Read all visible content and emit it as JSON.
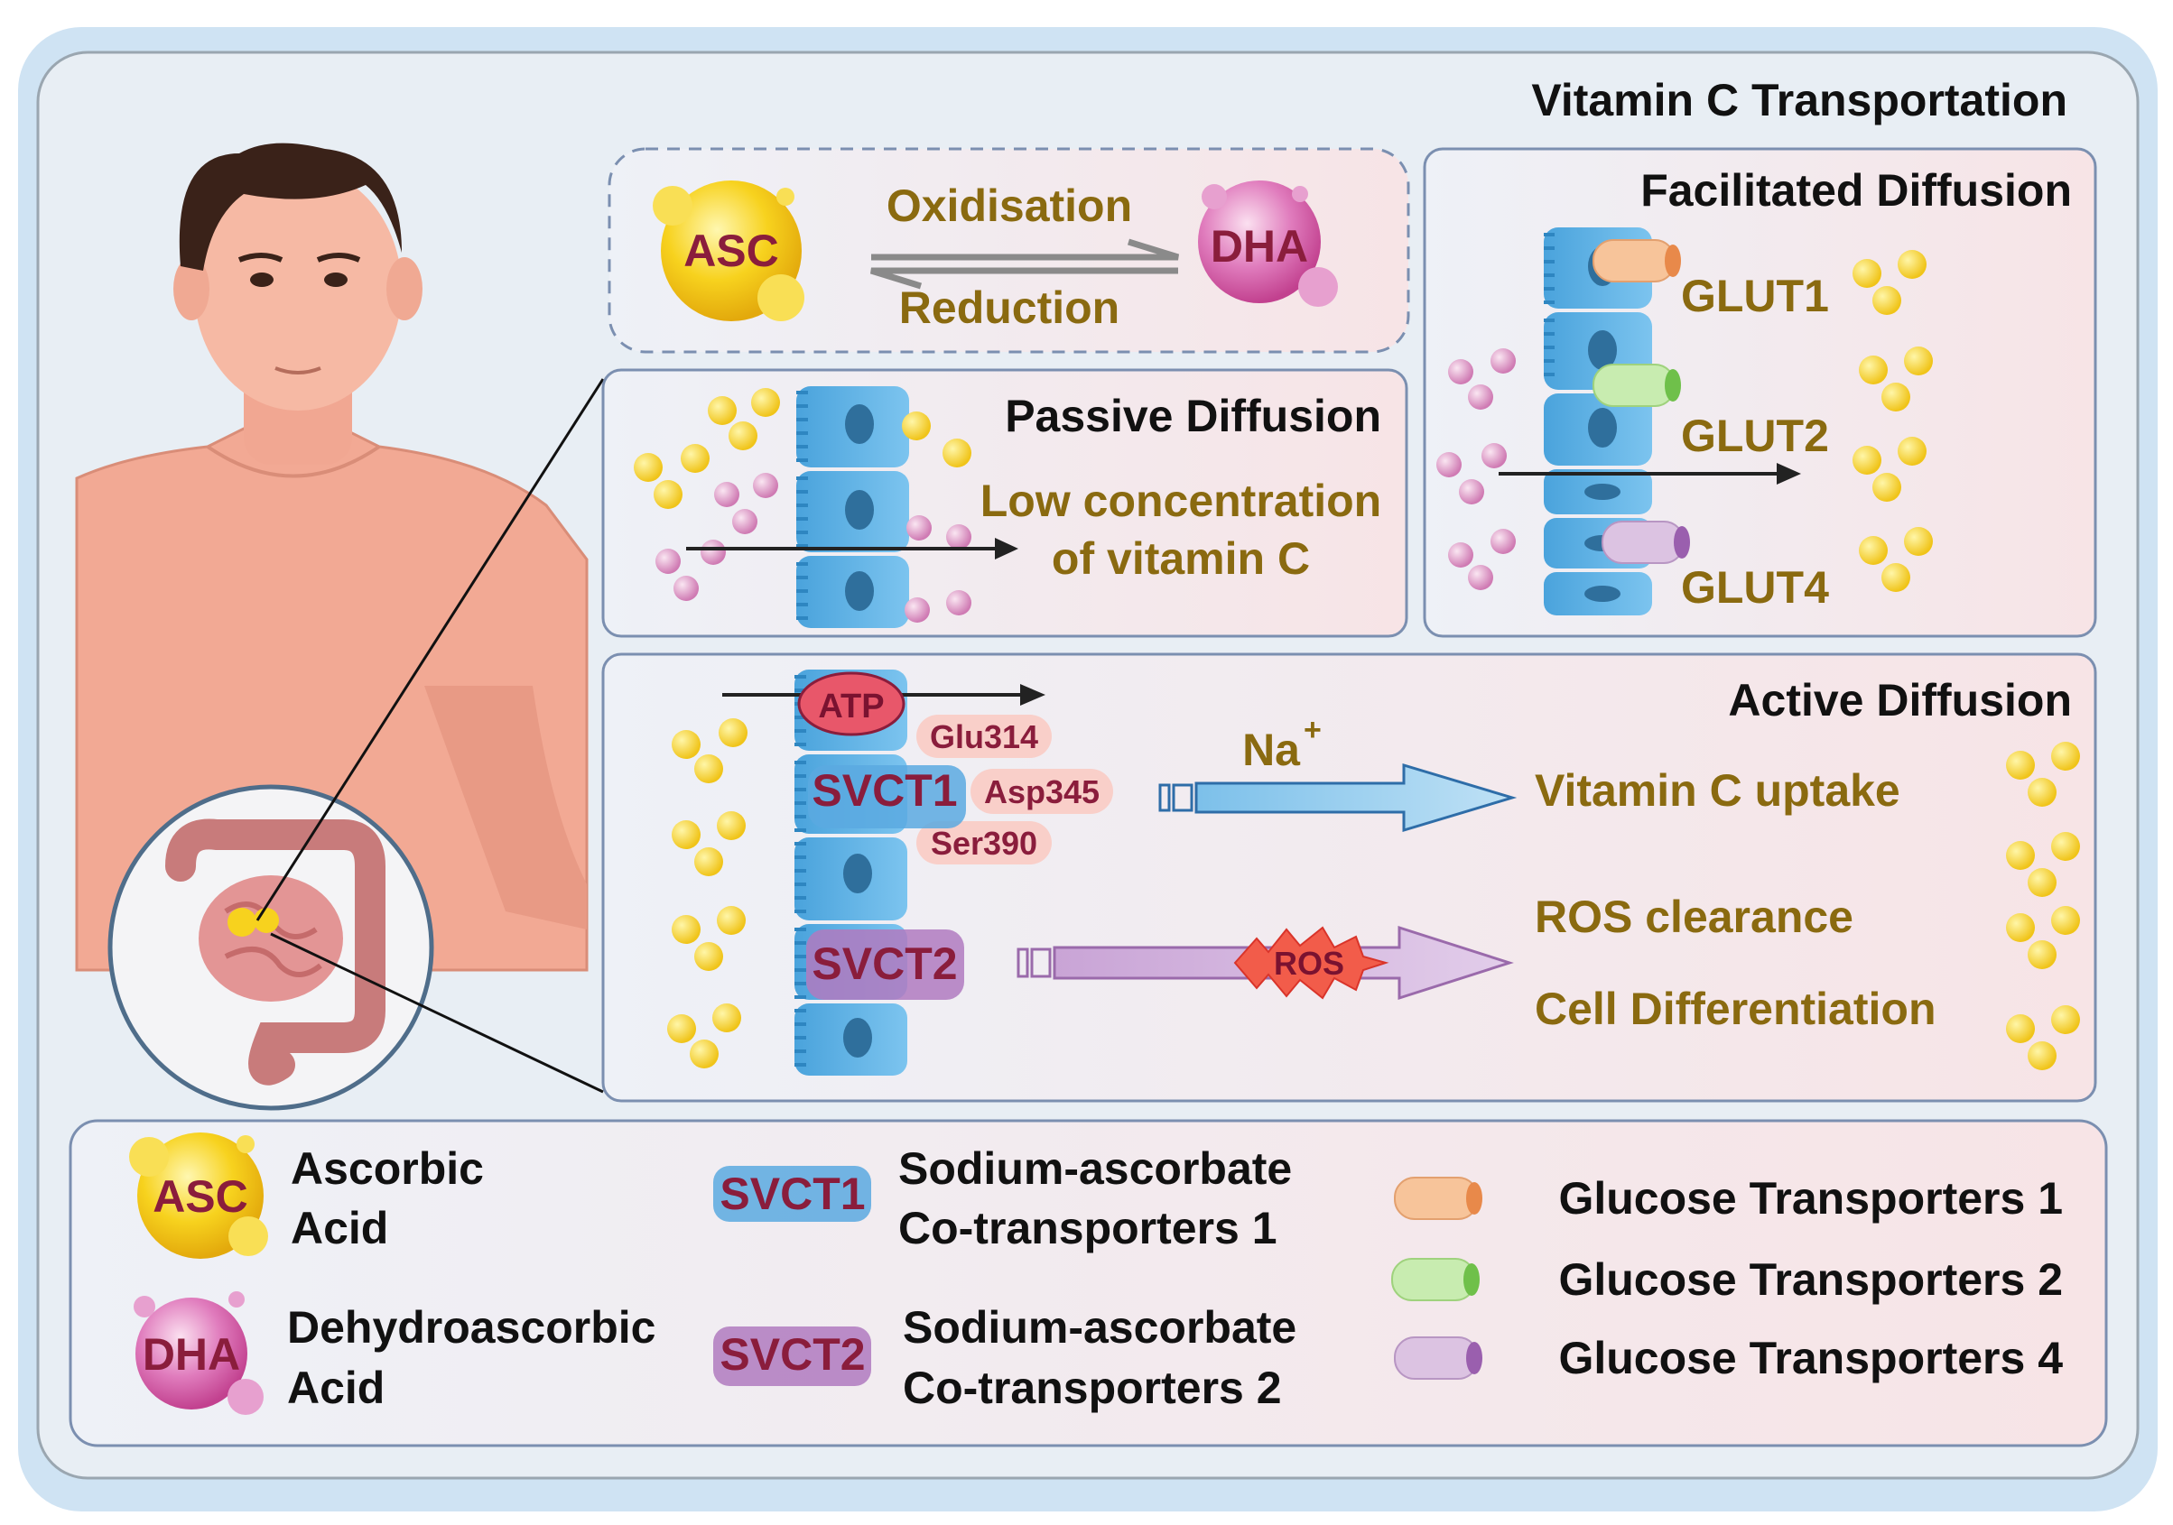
{
  "title": "Vitamin C Transportation",
  "redox": {
    "left_molecule": "ASC",
    "right_molecule": "DHA",
    "forward": "Oxidisation",
    "reverse": "Reduction"
  },
  "passive": {
    "title": "Passive Diffusion",
    "note_line1": "Low concentration",
    "note_line2": "of vitamin C"
  },
  "facilitated": {
    "title": "Facilitated Diffusion",
    "transporters": [
      "GLUT1",
      "GLUT2",
      "GLUT4"
    ]
  },
  "active": {
    "title": "Active Diffusion",
    "atp": "ATP",
    "residues": [
      "Glu314",
      "Asp345",
      "Ser390"
    ],
    "svct1": "SVCT1",
    "svct2": "SVCT2",
    "ion": "Na",
    "ion_charge": "+",
    "ros": "ROS",
    "outcome1": "Vitamin C uptake",
    "outcome2": "ROS clearance",
    "outcome3": "Cell Differentiation"
  },
  "legend": {
    "asc": {
      "symbol": "ASC",
      "line1": "Ascorbic",
      "line2": "Acid"
    },
    "dha": {
      "symbol": "DHA",
      "line1": "Dehydroascorbic",
      "line2": "Acid"
    },
    "svct1": {
      "symbol": "SVCT1",
      "line1": "Sodium-ascorbate",
      "line2": "Co-transporters 1"
    },
    "svct2": {
      "symbol": "SVCT2",
      "line1": "Sodium-ascorbate",
      "line2": "Co-transporters 2"
    },
    "glut1": "Glucose Transporters 1",
    "glut2": "Glucose Transporters 2",
    "glut4": "Glucose Transporters 4"
  },
  "colors": {
    "frame_outer": "#cfe3f3",
    "frame_inner": "#e8eef4",
    "panel_fill": "#f7e8ea",
    "cell_blue": "#5aaee0",
    "asc_yellow": "#f7d21e",
    "dha_pink": "#d05aa8",
    "text_gold": "#8a6a10",
    "text_mol": "#8a1d3c",
    "glut1": "#f7c49a",
    "glut2": "#bfe8a8",
    "glut4": "#d7b9dc",
    "svct1": "#5aa9e0",
    "svct2": "#b07abf",
    "ros": "#f25c4a"
  }
}
